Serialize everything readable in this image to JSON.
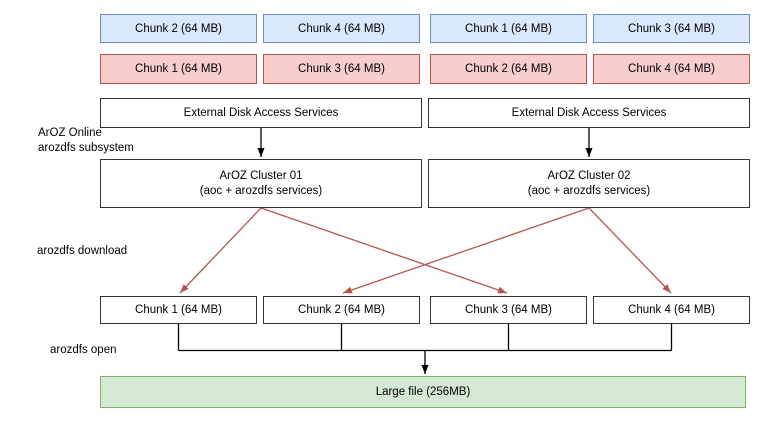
{
  "rows": {
    "blue_chunks": [
      "Chunk 2 (64 MB)",
      "Chunk 4 (64 MB)",
      "Chunk 1 (64 MB)",
      "Chunk 3 (64 MB)"
    ],
    "red_chunks": [
      "Chunk 1 (64 MB)",
      "Chunk 3 (64 MB)",
      "Chunk 2 (64 MB)",
      "Chunk 4 (64 MB)"
    ],
    "edas": [
      "External Disk Access Services",
      "External Disk Access Services"
    ],
    "clusters": [
      {
        "title": "ArOZ Cluster 01",
        "subtitle": "(aoc + arozdfs services)"
      },
      {
        "title": "ArOZ Cluster 02",
        "subtitle": "(aoc + arozdfs services)"
      }
    ],
    "bottom_chunks": [
      "Chunk 1 (64 MB)",
      "Chunk 2 (64 MB)",
      "Chunk 3 (64 MB)",
      "Chunk 4 (64 MB)"
    ],
    "large_file": "Large file (256MB)"
  },
  "labels": {
    "subsystem_line1": "ArOZ Online",
    "subsystem_line2": "arozdfs subsystem",
    "download": "arozdfs download",
    "open": "arozdfs open"
  },
  "colors": {
    "chunk_blue_fill": "#dae8fc",
    "chunk_blue_border": "#6c8ebf",
    "chunk_red_fill": "#f8cecc",
    "chunk_red_border": "#b85450",
    "file_green_fill": "#d5e8d4",
    "file_green_border": "#82b366",
    "connector_red": "#b85450",
    "connector_black": "#000000",
    "box_border": "#333333"
  }
}
